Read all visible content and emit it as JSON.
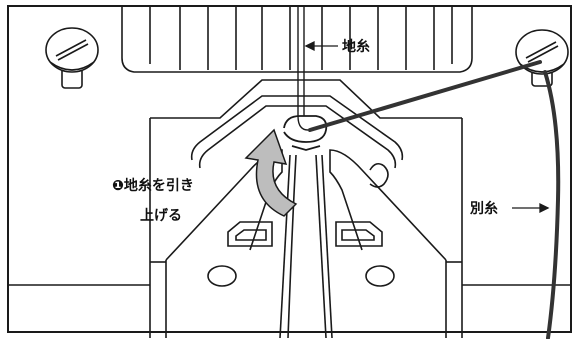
{
  "labels": {
    "ground_thread": "地糸",
    "step1_line1": "❶地糸を引き",
    "step1_line2": "上げる",
    "separate_thread": "別糸"
  },
  "colors": {
    "line": "#1a1a1a",
    "thread": "#333333",
    "arrow_fill": "#bdbdbd",
    "background": "#ffffff"
  }
}
